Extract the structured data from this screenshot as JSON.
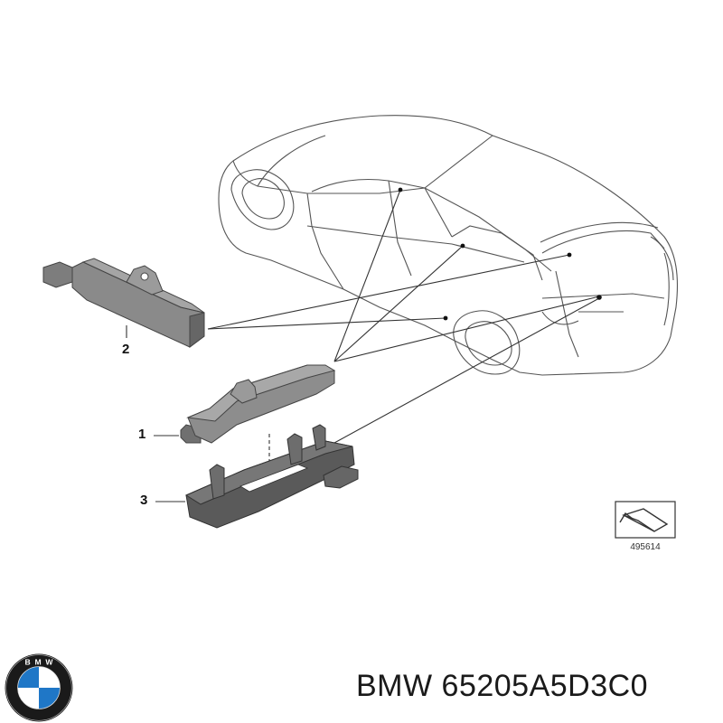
{
  "diagram": {
    "callouts": [
      "1",
      "2",
      "3"
    ],
    "reference_number": "495614"
  },
  "logo": {
    "text": "BMW",
    "colors": {
      "ring": "#1a1a1a",
      "blue": "#1f77c7",
      "white": "#ffffff"
    }
  },
  "caption": "BMW 65205A5D3C0",
  "colors": {
    "line": "#333333",
    "part_fill": "#8f8f8f",
    "part_dark": "#555555"
  }
}
